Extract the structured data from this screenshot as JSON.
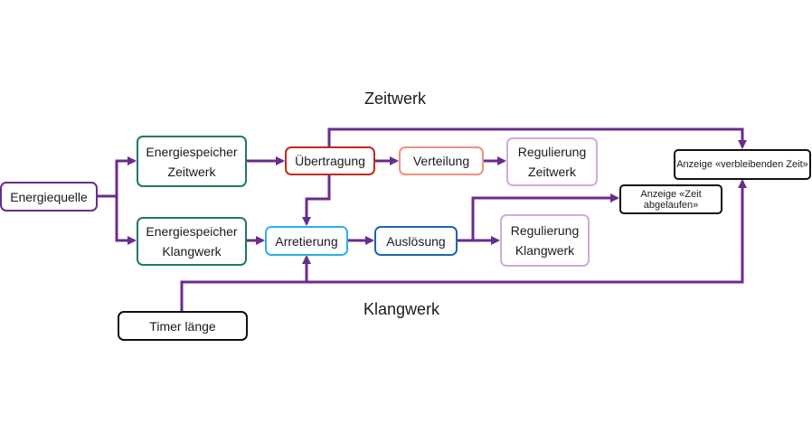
{
  "sections": {
    "zeitwerk": "Zeitwerk",
    "klangwerk": "Klangwerk"
  },
  "colors": {
    "connector": "#6a2c8c",
    "energiequelle": "#6a2c8c",
    "energiespeicher": "#1b7a68",
    "uebertragung": "#c02a1e",
    "verteilung": "#f0907c",
    "regulierung": "#d3a9de",
    "arretierung": "#2bb0ea",
    "ausloesung": "#1b66b4",
    "anzeige": "#111111",
    "timer": "#111111"
  },
  "nodes": {
    "energiequelle": {
      "lines": [
        "Energiequelle"
      ]
    },
    "energiespeicher_zeitwerk": {
      "lines": [
        "Energiespeicher",
        "Zeitwerk"
      ]
    },
    "energiespeicher_klangwerk": {
      "lines": [
        "Energiespeicher",
        "Klangwerk"
      ]
    },
    "uebertragung": {
      "lines": [
        "Übertragung"
      ]
    },
    "verteilung": {
      "lines": [
        "Verteilung"
      ]
    },
    "regulierung_zeitwerk": {
      "lines": [
        "Regulierung",
        "Zeitwerk"
      ]
    },
    "anzeige_verbleibend": {
      "lines": [
        "Anzeige «verbleibenden Zeit»"
      ]
    },
    "anzeige_abgelaufen": {
      "lines": [
        "Anzeige «Zeit",
        "abgelaufen»"
      ]
    },
    "arretierung": {
      "lines": [
        "Arretierung"
      ]
    },
    "ausloesung": {
      "lines": [
        "Auslösung"
      ]
    },
    "regulierung_klangwerk": {
      "lines": [
        "Regulierung",
        "Klangwerk"
      ]
    },
    "timer": {
      "lines": [
        "Timer länge"
      ]
    }
  },
  "edges": [
    {
      "from": "energiequelle",
      "to": "energiespeicher_zeitwerk"
    },
    {
      "from": "energiequelle",
      "to": "energiespeicher_klangwerk"
    },
    {
      "from": "energiespeicher_zeitwerk",
      "to": "uebertragung"
    },
    {
      "from": "uebertragung",
      "to": "verteilung"
    },
    {
      "from": "verteilung",
      "to": "regulierung_zeitwerk"
    },
    {
      "from": "uebertragung",
      "to": "anzeige_verbleibend"
    },
    {
      "from": "uebertragung",
      "to": "arretierung"
    },
    {
      "from": "energiespeicher_klangwerk",
      "to": "arretierung"
    },
    {
      "from": "arretierung",
      "to": "ausloesung"
    },
    {
      "from": "ausloesung",
      "to": "regulierung_klangwerk"
    },
    {
      "from": "ausloesung",
      "to": "anzeige_abgelaufen"
    },
    {
      "from": "timer",
      "to": "arretierung"
    },
    {
      "from": "timer",
      "to": "anzeige_verbleibend"
    }
  ]
}
